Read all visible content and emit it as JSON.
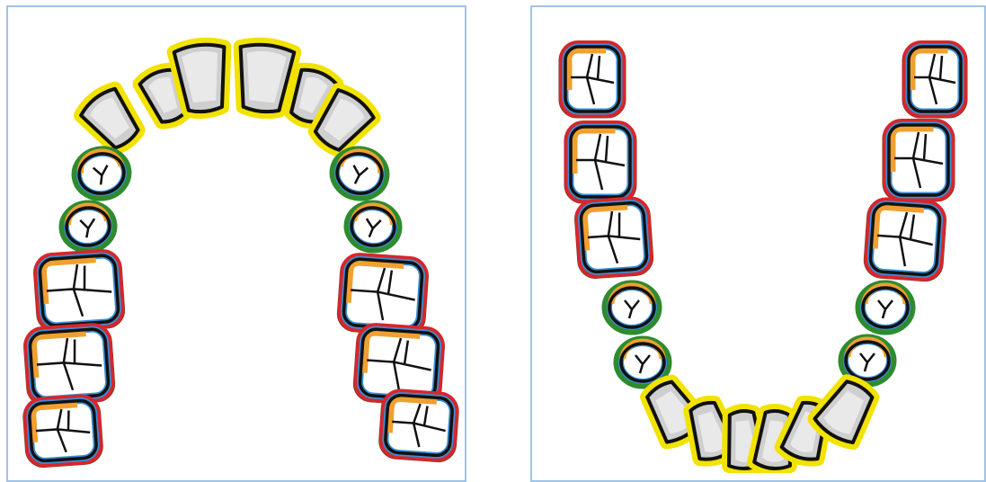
{
  "figure": {
    "panels": [
      {
        "id": "upper-arch",
        "shape": "maxillary dental arch, occlusal view"
      },
      {
        "id": "lower-arch",
        "shape": "mandibular dental arch, occlusal view"
      }
    ]
  },
  "colors": {
    "panel_border": "#9fc3e6",
    "tooth_outline": "#111111",
    "anterior_fill": "#cfcfcf",
    "anterior_outline_ring": "#f2e200",
    "premolar_ring": "#2e8b2e",
    "molar_ring": "#d7262b",
    "molar_ring_shadow": "#7a3a2a",
    "blue_zone": "#3b8fd6",
    "orange_zone": "#f0a030",
    "groove": "#111111"
  }
}
